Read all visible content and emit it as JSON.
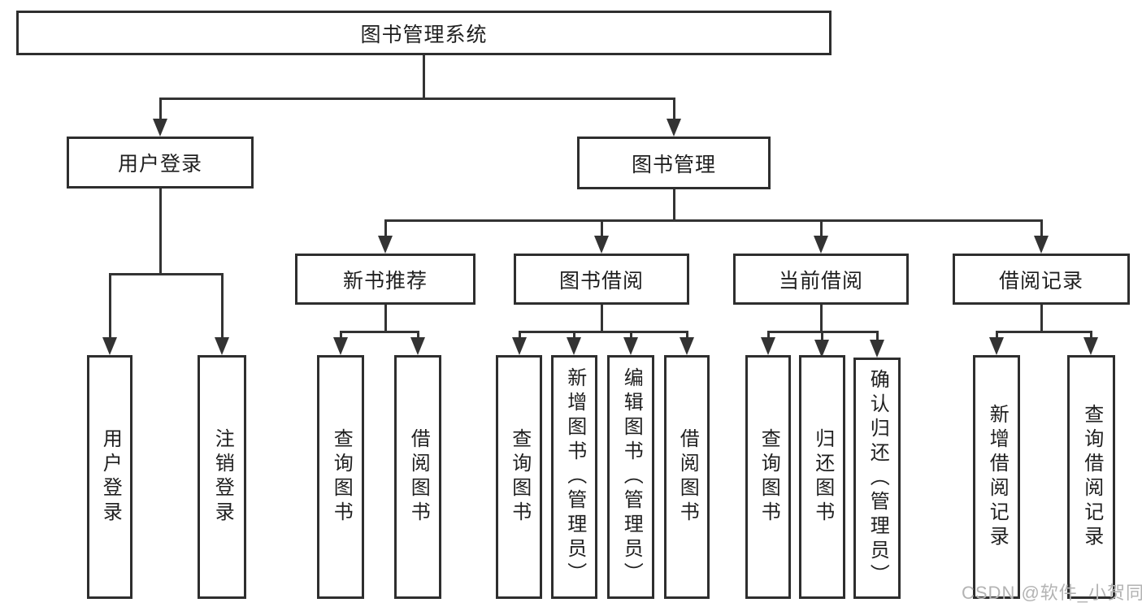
{
  "diagram": {
    "root": {
      "label": "图书管理系统"
    },
    "level2": {
      "user_login": {
        "label": "用户登录"
      },
      "book_mgmt": {
        "label": "图书管理"
      }
    },
    "level3": {
      "new_book_rec": {
        "label": "新书推荐"
      },
      "book_borrow": {
        "label": "图书借阅"
      },
      "current_borrow": {
        "label": "当前借阅"
      },
      "borrow_records": {
        "label": "借阅记录"
      }
    },
    "leaves": {
      "ul_user_login": {
        "label": "用户登录"
      },
      "ul_logout": {
        "label": "注销登录"
      },
      "nbr_query_book": {
        "label": "查询图书"
      },
      "nbr_borrow_book": {
        "label": "借阅图书"
      },
      "bb_query_book": {
        "label": "查询图书"
      },
      "bb_add_book": {
        "label": "新增图书（管理员）"
      },
      "bb_edit_book": {
        "label": "编辑图书（管理员）"
      },
      "bb_borrow_book": {
        "label": "借阅图书"
      },
      "cb_query_book": {
        "label": "查询图书"
      },
      "cb_return_book": {
        "label": "归还图书"
      },
      "cb_confirm_return": {
        "label": "确认归还（管理员）"
      },
      "br_add_record": {
        "label": "新增借阅记录"
      },
      "br_query_record": {
        "label": "查询借阅记录"
      }
    },
    "edges": [
      [
        "图书管理系统",
        "用户登录"
      ],
      [
        "图书管理系统",
        "图书管理"
      ],
      [
        "用户登录",
        "用户登录"
      ],
      [
        "用户登录",
        "注销登录"
      ],
      [
        "图书管理",
        "新书推荐"
      ],
      [
        "图书管理",
        "图书借阅"
      ],
      [
        "图书管理",
        "当前借阅"
      ],
      [
        "图书管理",
        "借阅记录"
      ],
      [
        "新书推荐",
        "查询图书"
      ],
      [
        "新书推荐",
        "借阅图书"
      ],
      [
        "图书借阅",
        "查询图书"
      ],
      [
        "图书借阅",
        "新增图书（管理员）"
      ],
      [
        "图书借阅",
        "编辑图书（管理员）"
      ],
      [
        "图书借阅",
        "借阅图书"
      ],
      [
        "当前借阅",
        "查询图书"
      ],
      [
        "当前借阅",
        "归还图书"
      ],
      [
        "当前借阅",
        "确认归还（管理员）"
      ],
      [
        "借阅记录",
        "新增借阅记录"
      ],
      [
        "借阅记录",
        "查询借阅记录"
      ]
    ]
  },
  "watermark": {
    "text": "CSDN @软件_小贺同学"
  },
  "colors": {
    "line": "#333333",
    "box_border": "#2e2e2e",
    "text": "#1f1f1f",
    "background": "#ffffff",
    "watermark": "#b3b3b3"
  }
}
